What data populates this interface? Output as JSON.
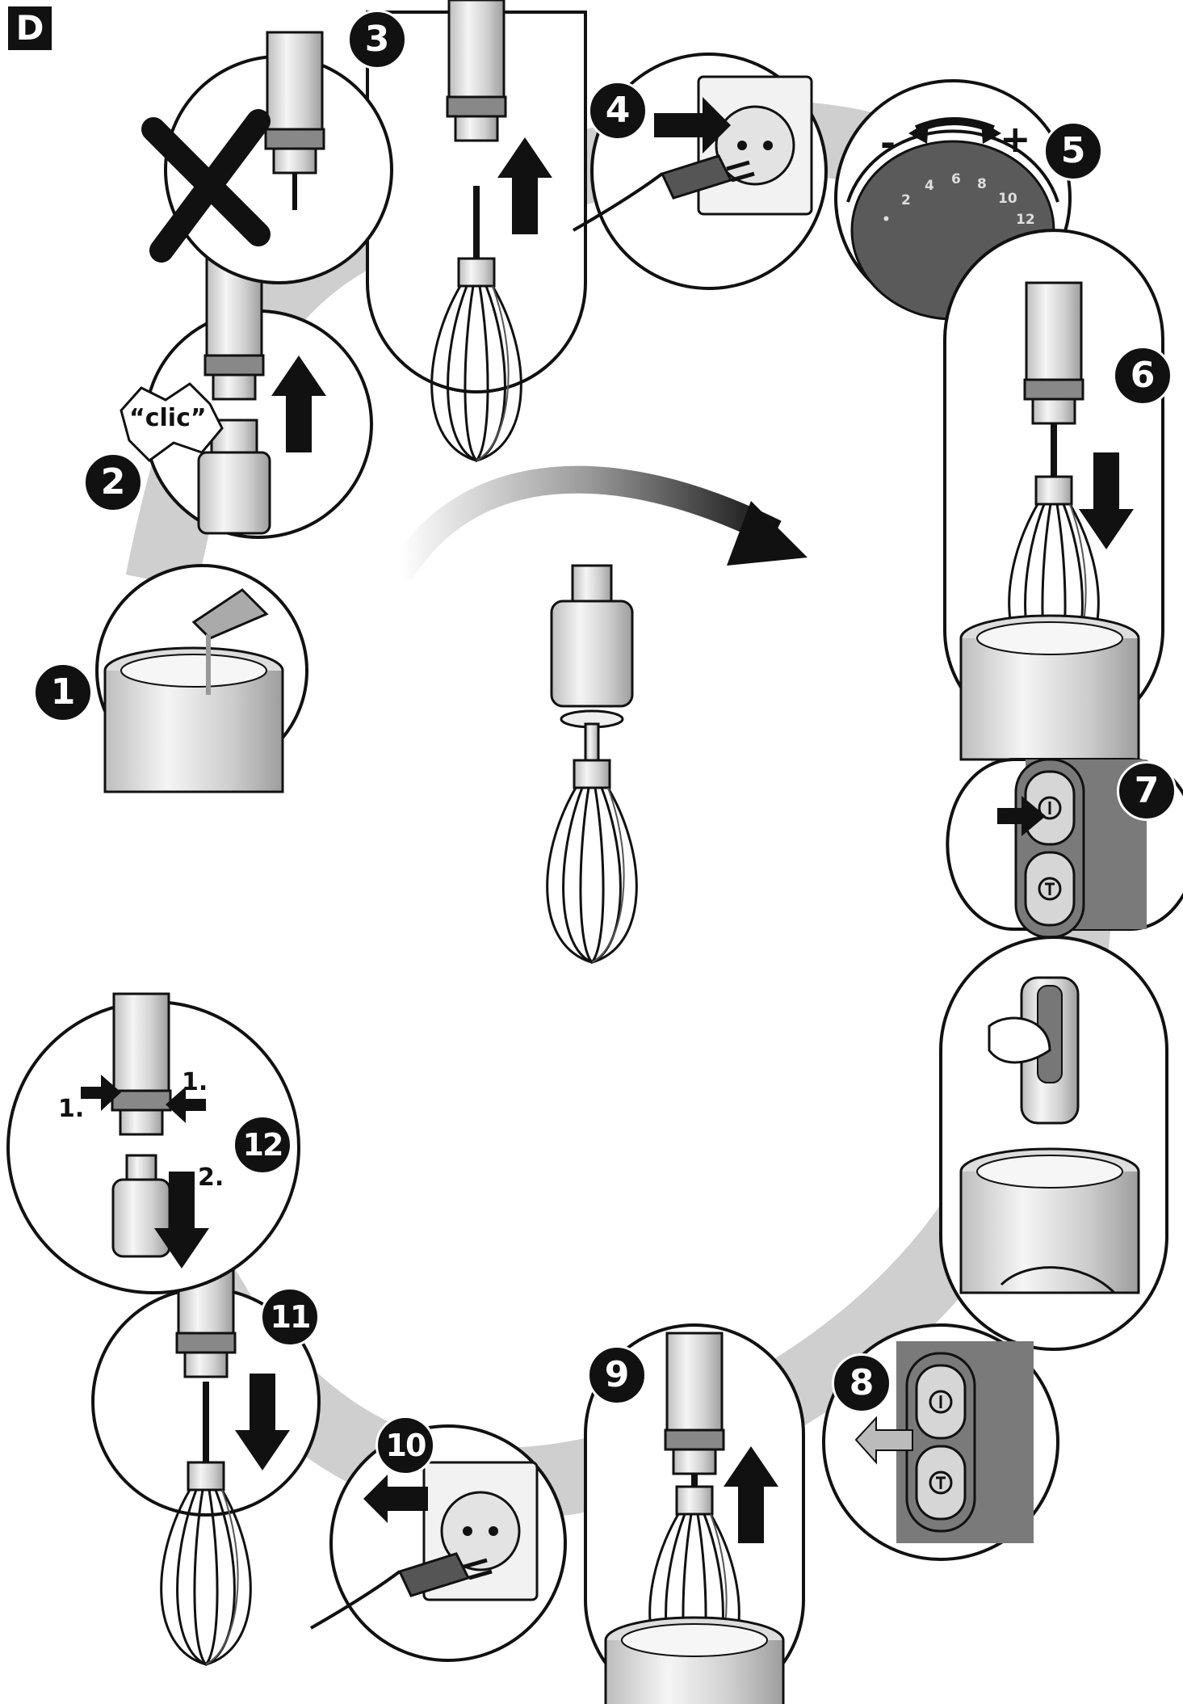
{
  "section_badge": "D",
  "steps": [
    "1",
    "2",
    "3",
    "4",
    "5",
    "6",
    "7",
    "8",
    "9",
    "10",
    "11",
    "12"
  ],
  "labels": {
    "clic": "“clic”",
    "dial_minus": "-",
    "dial_plus": "+",
    "dial_scale": [
      "•",
      "2",
      "4",
      "6",
      "8",
      "10",
      "12"
    ],
    "release_press": "1.",
    "release_pull": "2."
  },
  "button_symbols": {
    "on": "I",
    "turbo": "T"
  },
  "colors": {
    "ink": "#111111",
    "gray": "#8a8a8a",
    "light": "#d9d9d9",
    "paper": "#ffffff"
  }
}
